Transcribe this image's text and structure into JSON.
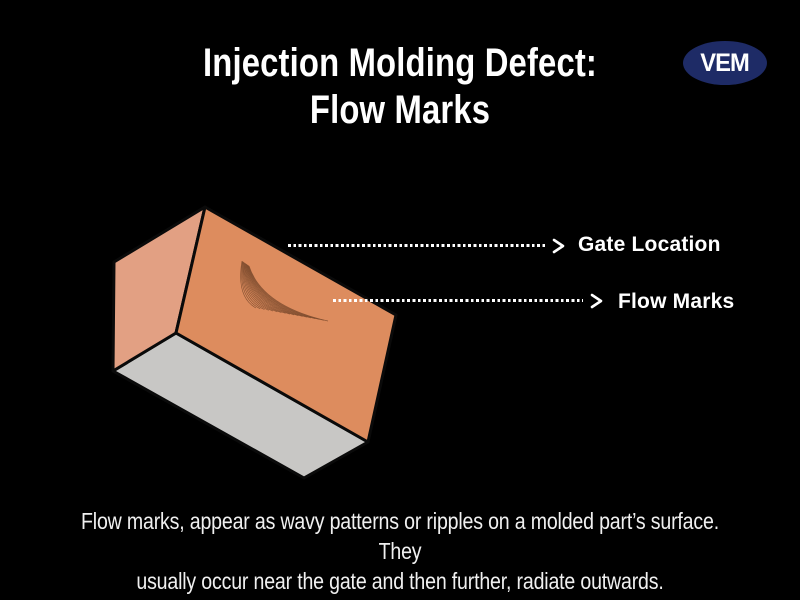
{
  "header": {
    "title_line1": "Injection Molding Defect:",
    "title_line2": "Flow Marks"
  },
  "logo": {
    "text": "VEM"
  },
  "diagram": {
    "subject": "injection-molded-part-3d-box",
    "annotations": [
      {
        "label": "Gate Location"
      },
      {
        "label": "Flow Marks"
      }
    ]
  },
  "caption": {
    "line1": "Flow marks, appear as wavy patterns or ripples on a molded part’s surface. They",
    "line2": "usually occur near the gate and then further, radiate outwards."
  },
  "colors": {
    "page-bg": "#000000",
    "text": "#ffffff",
    "arrow": "#ffffff",
    "logo-bg": "#1e2b66",
    "face-front": "#dd8c5e",
    "face-left": "#e2a083",
    "face-bottom": "#c8c7c5",
    "face-outline": "#0a0a0a",
    "fan-line": "#7c4b2e"
  }
}
